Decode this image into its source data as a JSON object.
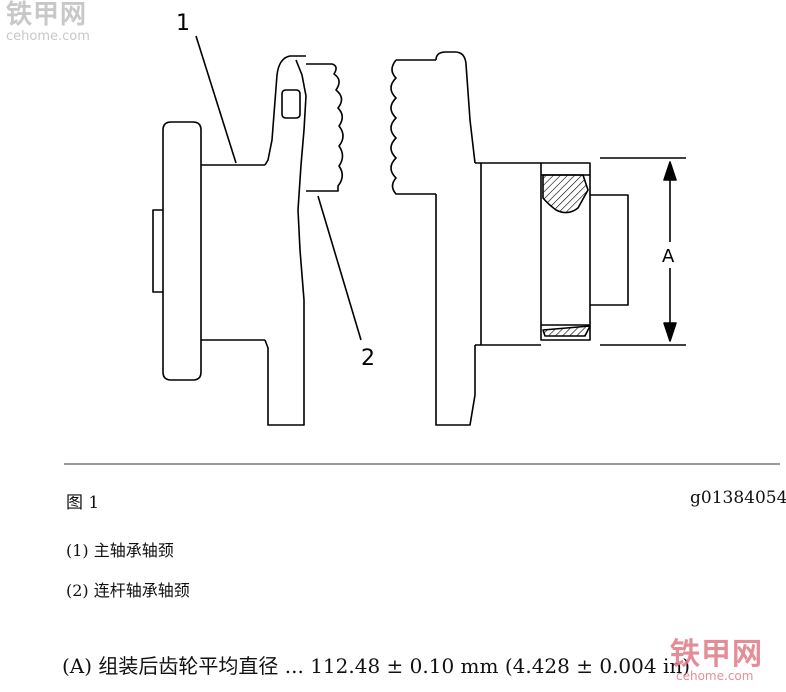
{
  "watermark_top": {
    "cn": "铁甲网",
    "en": "cehome.com"
  },
  "watermark_bottom": {
    "cn": "铁甲网",
    "en": "cehome.com"
  },
  "diagram": {
    "callout_1": "1",
    "callout_2": "2",
    "dimension_label": "A"
  },
  "figure": {
    "label": "图 1",
    "code": "g01384054"
  },
  "legend": [
    "(1) 主轴承轴颈",
    "(2) 连杆轴承轴颈"
  ],
  "spec_line": "(A) 组装后齿轮平均直径 ... 112.48 ± 0.10 mm (4.428 ± 0.004 in)"
}
